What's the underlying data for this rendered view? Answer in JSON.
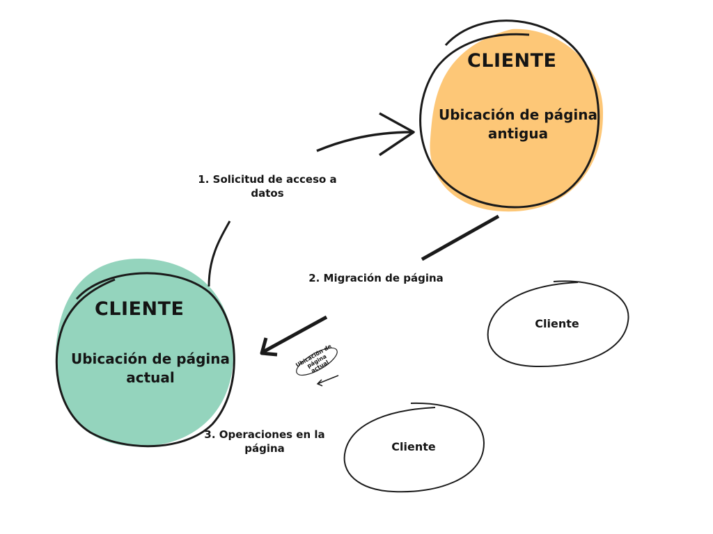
{
  "nodes": {
    "old": {
      "title": "CLIENTE",
      "subtitle": "Ubicación de página antigua",
      "color": "#FDC777"
    },
    "current": {
      "title": "CLIENTE",
      "subtitle": "Ubicación de página actual",
      "color": "#94D4BD"
    },
    "client_a": {
      "label": "Cliente"
    },
    "client_b": {
      "label": "Cliente"
    }
  },
  "steps": {
    "request": "1. Solicitud de acceso a datos",
    "migration": "2. Migración de página",
    "operations": "3. Operaciones en la página"
  },
  "small_note": "Ubicación de página actual",
  "stroke_color": "#1a1a1a"
}
